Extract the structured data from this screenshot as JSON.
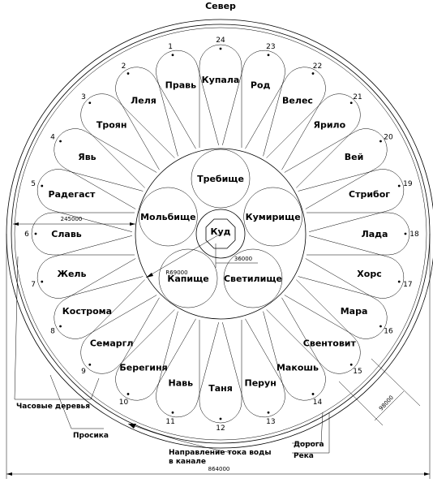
{
  "north_label": "Север",
  "center_label": "Куд",
  "inner_circles": [
    {
      "label": "Требище"
    },
    {
      "label": "Кумирище"
    },
    {
      "label": "Светилище"
    },
    {
      "label": "Капище"
    },
    {
      "label": "Мольбище"
    }
  ],
  "petals": [
    {
      "number": "24",
      "label": "Купала"
    },
    {
      "number": "1",
      "label": "Правь"
    },
    {
      "number": "2",
      "label": "Леля"
    },
    {
      "number": "3",
      "label": "Троян"
    },
    {
      "number": "4",
      "label": "Явь"
    },
    {
      "number": "5",
      "label": "Радегаст"
    },
    {
      "number": "6",
      "label": "Славь"
    },
    {
      "number": "7",
      "label": "Жель"
    },
    {
      "number": "8",
      "label": "Кострома"
    },
    {
      "number": "9",
      "label": "Семаргл"
    },
    {
      "number": "10",
      "label": "Берегиня"
    },
    {
      "number": "11",
      "label": "Навь"
    },
    {
      "number": "12",
      "label": "Таня"
    },
    {
      "number": "13",
      "label": "Перун"
    },
    {
      "number": "14",
      "label": "Макошь"
    },
    {
      "number": "15",
      "label": "Свентовит"
    },
    {
      "number": "16",
      "label": "Мара"
    },
    {
      "number": "17",
      "label": "Хорс"
    },
    {
      "number": "18",
      "label": "Лада"
    },
    {
      "number": "19",
      "label": "Стрибог"
    },
    {
      "number": "20",
      "label": "Вей"
    },
    {
      "number": "21",
      "label": "Ярило"
    },
    {
      "number": "22",
      "label": "Велес"
    },
    {
      "number": "23",
      "label": "Род"
    }
  ],
  "dimensions": {
    "d245": "245000",
    "d36": "36000",
    "r69": "R69000",
    "d98": "98000",
    "d864": "864000"
  },
  "callouts": {
    "trees": "Часовые деревья",
    "prosika": "Просика",
    "water_line1": "Направление тока воды",
    "water_line2": "в канале",
    "road": "Дорога",
    "river": "Река"
  }
}
